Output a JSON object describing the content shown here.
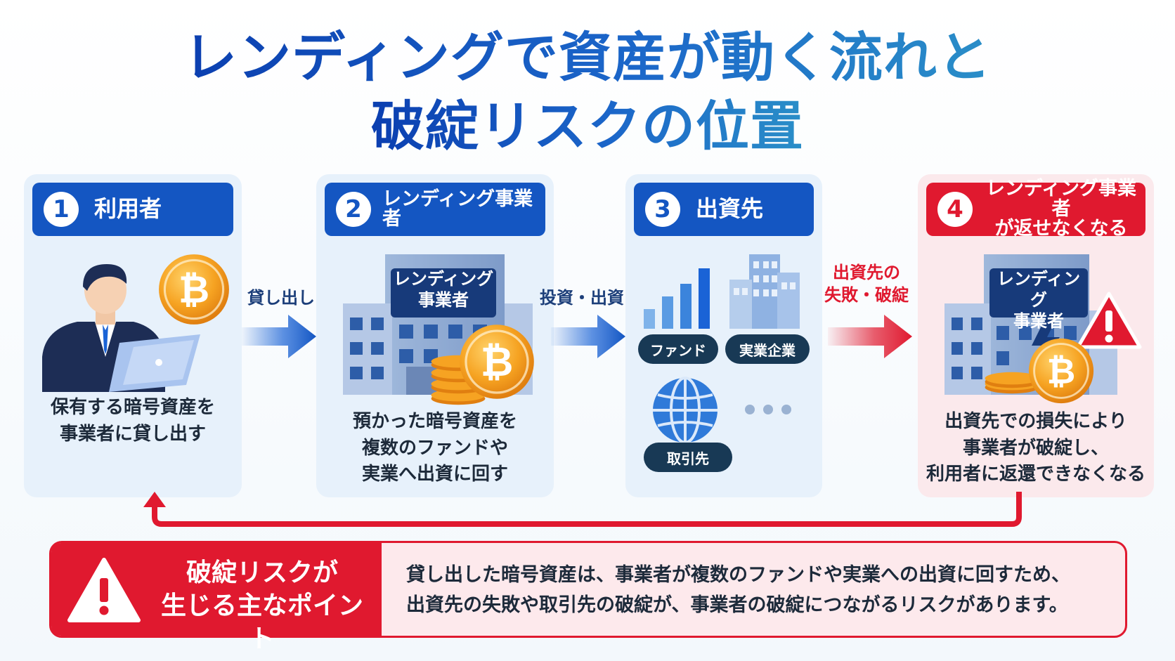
{
  "title": {
    "line1": "レンディングで資産が動く流れと",
    "line2": "破綻リスクの位置"
  },
  "steps": [
    {
      "num": "1",
      "title": "利用者",
      "desc_lines": [
        "保有する暗号資産を",
        "事業者に貸し出す"
      ]
    },
    {
      "num": "2",
      "title": "レンディング事業者",
      "building_sign_lines": [
        "レンディング",
        "事業者"
      ],
      "desc_lines": [
        "預かった暗号資産を",
        "複数のファンドや",
        "実業へ出資に回す"
      ]
    },
    {
      "num": "3",
      "title": "出資先",
      "pills": [
        "ファンド",
        "実業企業",
        "取引先"
      ]
    },
    {
      "num": "4",
      "title_lines": [
        "レンディング事業者",
        "が返せなくなる"
      ],
      "building_sign_lines": [
        "レンディング",
        "事業者"
      ],
      "desc_lines": [
        "出資先での損失により",
        "事業者が破綻し、",
        "利用者に返還できなくなる"
      ]
    }
  ],
  "arrows": [
    {
      "label_lines": [
        "貸し出し"
      ]
    },
    {
      "label_lines": [
        "投資・出資"
      ]
    },
    {
      "label_lines": [
        "出資先の",
        "失敗・破綻"
      ]
    }
  ],
  "risk": {
    "heading_lines": [
      "破綻リスクが",
      "生じる主なポイント"
    ],
    "text_lines": [
      "貸し出した暗号資産は、事業者が複数のファンドや実業への出資に回すため、",
      "出資先の失敗や取引先の破綻が、事業者の破綻につながるリスクがあります。"
    ]
  },
  "colors": {
    "blue": "#1456c2",
    "red": "#e0192f",
    "card_blue": "#e7f1fb",
    "card_red": "#fbe9ec",
    "bitcoin": "#f39a1e"
  },
  "icons": [
    "person-laptop-icon",
    "bitcoin-icon",
    "building-icon",
    "bar-chart-icon",
    "office-building-icon",
    "globe-icon",
    "ellipsis-icon",
    "warning-icon",
    "lightning-crack-icon"
  ]
}
